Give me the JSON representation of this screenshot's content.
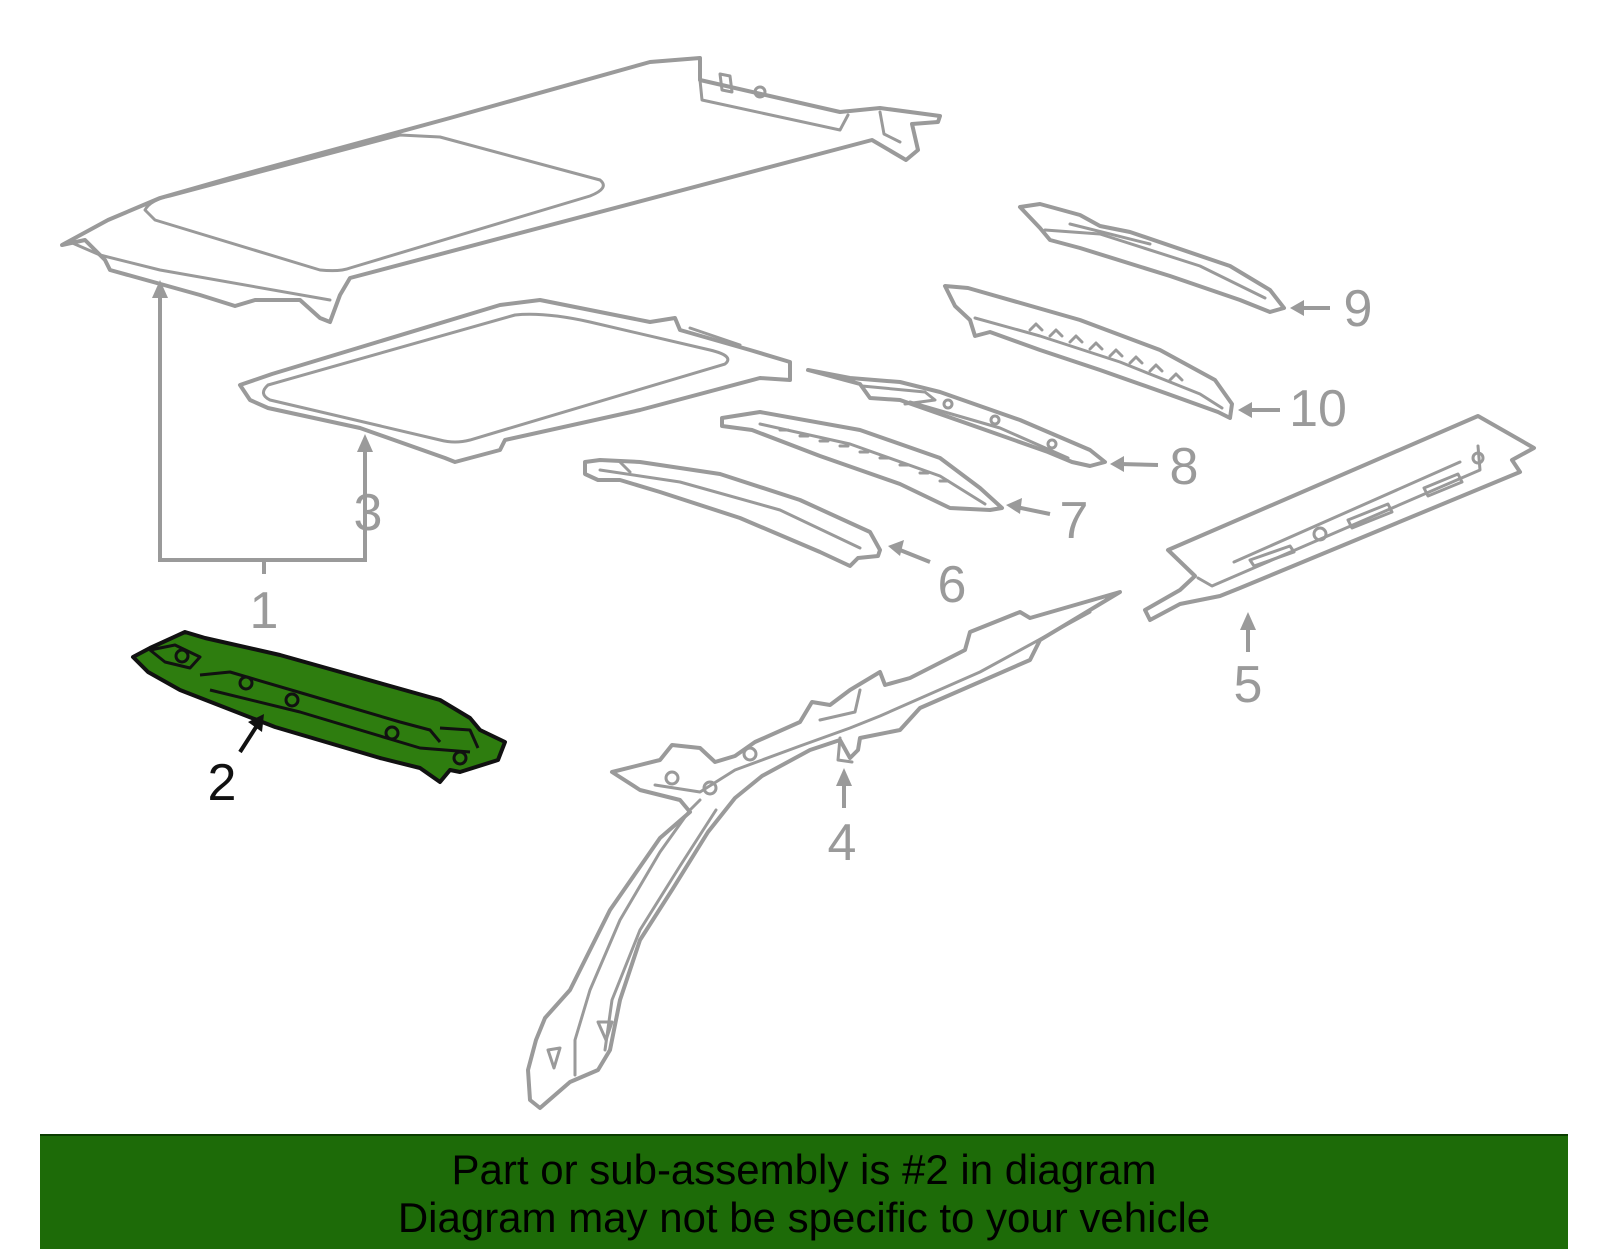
{
  "callouts": {
    "c1": "1",
    "c2": "2",
    "c3": "3",
    "c4": "4",
    "c5": "5",
    "c6": "6",
    "c7": "7",
    "c8": "8",
    "c9": "9",
    "c10": "10"
  },
  "highlighted_part": "2",
  "colors": {
    "highlight": "#2e7d0f",
    "banner": "#1d6b08",
    "part_outline": "#9a9a9a",
    "highlight_outline": "#111111"
  },
  "banner": {
    "line1": "Part or sub-assembly is #2 in diagram",
    "line2": "Diagram may not be specific to your vehicle"
  }
}
